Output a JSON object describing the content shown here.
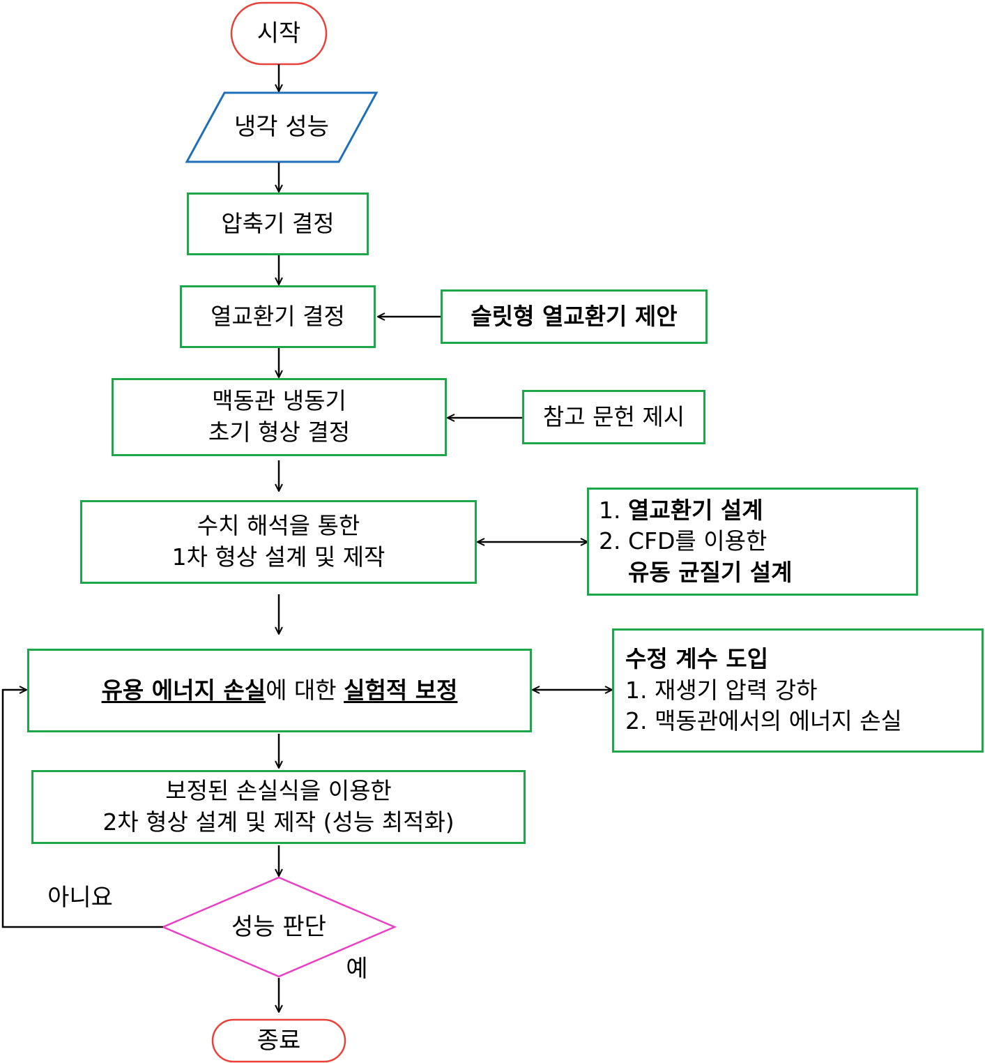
{
  "nodes": {
    "start": "시작",
    "input": "냉각 성능",
    "compressor": "압축기 결정",
    "hex": "열교환기 결정",
    "hex_side": "슬릿형 열교환기 제안",
    "pulse_init": [
      "맥동관 냉동기",
      "초기 형상 결정"
    ],
    "ref_side": "참고 문헌 제시",
    "numerical": [
      "수치 해석을 통한",
      "1차 형상 설계 및 제작"
    ],
    "design_side": {
      "l1_num": "1. ",
      "l1_bold": "열교환기 설계",
      "l2": "2. CFD를 이용한",
      "l3_bold": "유동 균질기 설계"
    },
    "calibration": {
      "p1": "유용 에너지 손실",
      "p2": "에 대한 ",
      "p3": "실험적 보정"
    },
    "coef_side": {
      "title": "수정 계수 도입",
      "l1": "1. 재생기 압력 강하",
      "l2": "2. 맥동관에서의 에너지 손실"
    },
    "second": [
      "보정된 손실식을 이용한",
      "2차 형상 설계 및 제작 (성능 최적화)"
    ],
    "decision": "성능 판단",
    "no_label": "아니요",
    "yes_label": "예",
    "end": "종료"
  },
  "colors": {
    "process_border": "#1ea64a",
    "terminal_border": "#e8413b",
    "input_border": "#1f6fb8",
    "decision_border": "#e83fc5",
    "line": "#000000"
  }
}
